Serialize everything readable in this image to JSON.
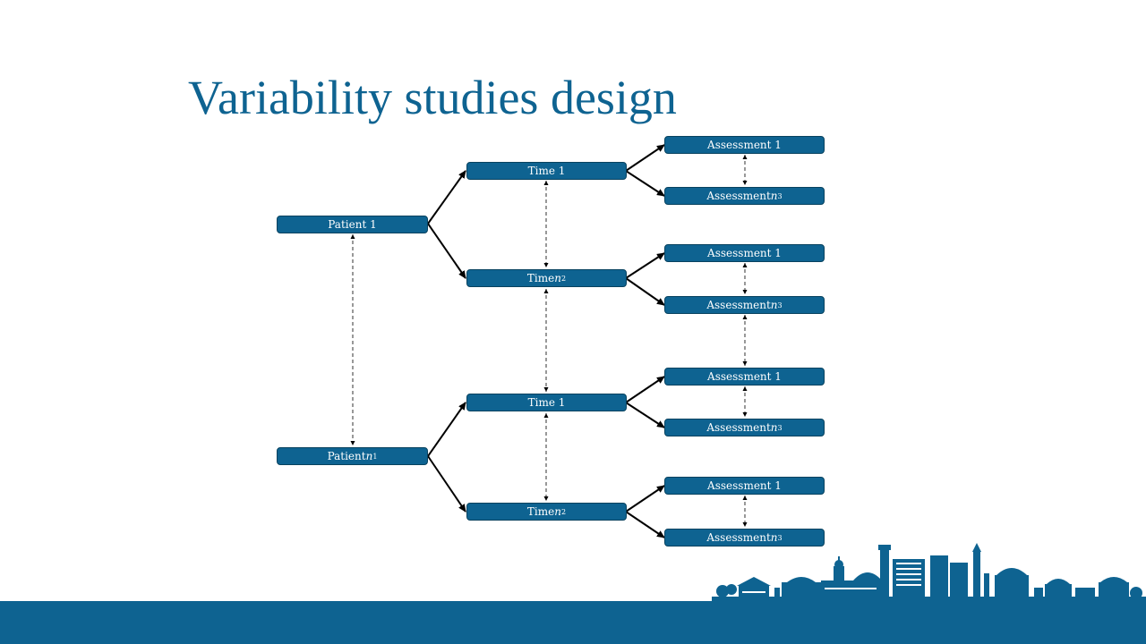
{
  "slide": {
    "title": "Variability studies design"
  },
  "diagram": {
    "patients": [
      {
        "label": "Patient 1",
        "var": "",
        "sub": ""
      },
      {
        "label": "Patient ",
        "var": "n",
        "sub": "1"
      }
    ],
    "times": [
      {
        "label": "Time 1",
        "var": "",
        "sub": ""
      },
      {
        "label": "Time ",
        "var": "n",
        "sub": "2"
      },
      {
        "label": "Time 1",
        "var": "",
        "sub": ""
      },
      {
        "label": "Time ",
        "var": "n",
        "sub": "2"
      }
    ],
    "assessments": [
      {
        "label": "Assessment 1",
        "var": "",
        "sub": ""
      },
      {
        "label": "Assessment ",
        "var": "n",
        "sub": "3"
      },
      {
        "label": "Assessment 1",
        "var": "",
        "sub": ""
      },
      {
        "label": "Assessment ",
        "var": "n",
        "sub": "3"
      },
      {
        "label": "Assessment 1",
        "var": "",
        "sub": ""
      },
      {
        "label": "Assessment ",
        "var": "n",
        "sub": "3"
      },
      {
        "label": "Assessment 1",
        "var": "",
        "sub": ""
      },
      {
        "label": "Assessment ",
        "var": "n",
        "sub": "3"
      }
    ]
  },
  "theme": {
    "primary": "#0e6391",
    "border": "#08425f",
    "edge": "#000000"
  },
  "footer": {
    "skyline_image": "city-skyline-logo"
  }
}
